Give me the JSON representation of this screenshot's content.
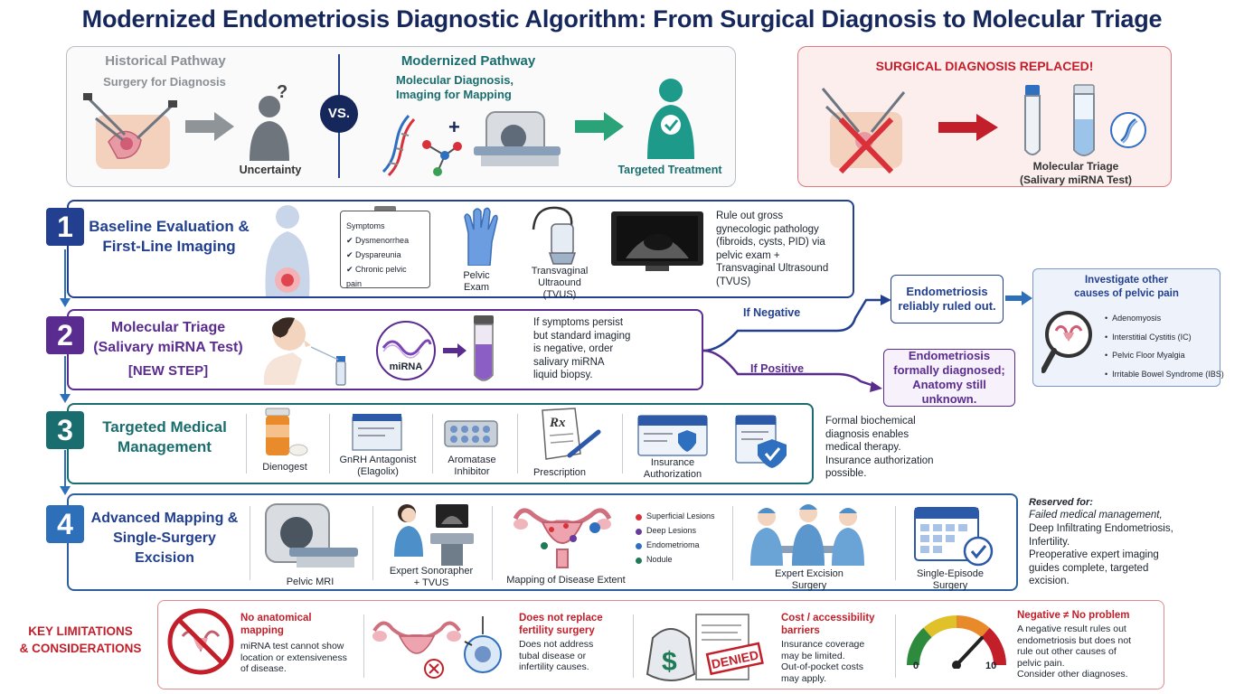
{
  "title": "Modernized Endometriosis Diagnostic Algorithm: From Surgical Diagnosis to Molecular Triage",
  "colors": {
    "navy": "#16275c",
    "purple": "#5b2c8f",
    "teal": "#1a6d6e",
    "red": "#c21f2a",
    "blue": "#2d6fb8"
  },
  "comparison": {
    "historical_title": "Historical Pathway",
    "historical_sub": "Surgery for Diagnosis",
    "uncertainty": "Uncertainty",
    "vs": "VS.",
    "modern_title": "Modernized Pathway",
    "modern_sub": "Molecular Diagnosis,\nImaging for Mapping",
    "targeted_treatment": "Targeted Treatment"
  },
  "replaced": {
    "title": "SURGICAL DIAGNOSIS REPLACED!",
    "caption": "Molecular Triage\n(Salivary miRNA Test)"
  },
  "step1": {
    "number": "1",
    "heading": "Baseline Evaluation &\nFirst-Line Imaging",
    "symptoms_title": "Symptoms",
    "symptoms": [
      "Dysmenorrhea",
      "Dyspareunia",
      "Chronic pelvic pain"
    ],
    "pelvic_exam": "Pelvic\nExam",
    "tvus": "Transvaginal\nUltraound\n(TVUS)",
    "description": "Rule out gross\ngynecologic pathology\n(fibroids, cysts, PID) via\npelvic exam +\nTransvaginal Ultrasound\n(TVUS)"
  },
  "step2": {
    "number": "2",
    "heading": "Molecular Triage\n(Salivary miRNA Test)",
    "new_step": "[NEW STEP]",
    "mirna": "miRNA",
    "description": "If symptoms persist\nbut standard imaging\nis negative, order\nsalivary miRNA\nliquid biopsy.",
    "if_negative": "If Negative",
    "if_positive": "If Positive",
    "negative_outcome": "Endometriosis\nreliably ruled out.",
    "positive_outcome": "Endometriosis\nformally diagnosed;\nAnatomy still unknown."
  },
  "investigate": {
    "title": "Investigate other\ncauses of pelvic pain",
    "items": [
      "Adenomyosis",
      "Interstitial Cystitis (IC)",
      "Pelvic Floor Myalgia",
      "Irritable Bowel Syndrome (IBS)"
    ]
  },
  "step3": {
    "number": "3",
    "heading": "Targeted Medical\nManagement",
    "dienogest": "Dienogest",
    "gnrh": "GnRH Antagonist\n(Elagolix)",
    "aromatase": "Aromatase\nInhibitor",
    "prescription": "Prescription",
    "rx_symbol": "Rx",
    "insurance": "Insurance\nAuthorization",
    "description": "Formal biochemical\ndiagnosis enables\nmedical therapy.\nInsurance authorization\npossible."
  },
  "step4": {
    "number": "4",
    "heading": "Advanced Mapping &\nSingle-Surgery Excision",
    "mri": "Pelvic MRI",
    "sonographer": "Expert Sonorapher\n+ TVUS",
    "mapping": "Mapping of Disease Extent",
    "legend": [
      {
        "label": "Superficial Lesions",
        "color": "#d9303a"
      },
      {
        "label": "Deep Lesions",
        "color": "#6a3a9c"
      },
      {
        "label": "Endometrioma",
        "color": "#2f6fbf"
      },
      {
        "label": "Nodule",
        "color": "#1f7a55"
      }
    ],
    "excision": "Expert Excision\nSurgery",
    "single_episode": "Single-Episode\nSurgery",
    "reserved_title": "Reserved for:",
    "reserved_line1": "Failed medical management,",
    "reserved_rest": "Deep Infiltrating Endometriosis,\nInfertility.\nPreoperative expert imaging\nguides complete, targeted\nexcision."
  },
  "limitations": {
    "title": "KEY LIMITATIONS\n& CONSIDERATIONS",
    "items": [
      {
        "heading": "No anatomical\nmapping",
        "text": "miRNA test cannot show\nlocation or extensiveness\nof disease."
      },
      {
        "heading": "Does not replace\nfertility surgery",
        "text": "Does not address\ntubal disease or\ninfertility causes."
      },
      {
        "heading": "Cost / accessibility\nbarriers",
        "text": "Insurance coverage\nmay be limited.\nOut-of-pocket costs\nmay apply."
      },
      {
        "heading": "Negative ≠ No problem",
        "text": "A negative result rules out\nendometriosis but does not\nrule out other causes of\npelvic pain.\nConsider other diagnoses."
      }
    ],
    "denied": "DENIED",
    "gauge_min": "0",
    "gauge_max": "10"
  }
}
